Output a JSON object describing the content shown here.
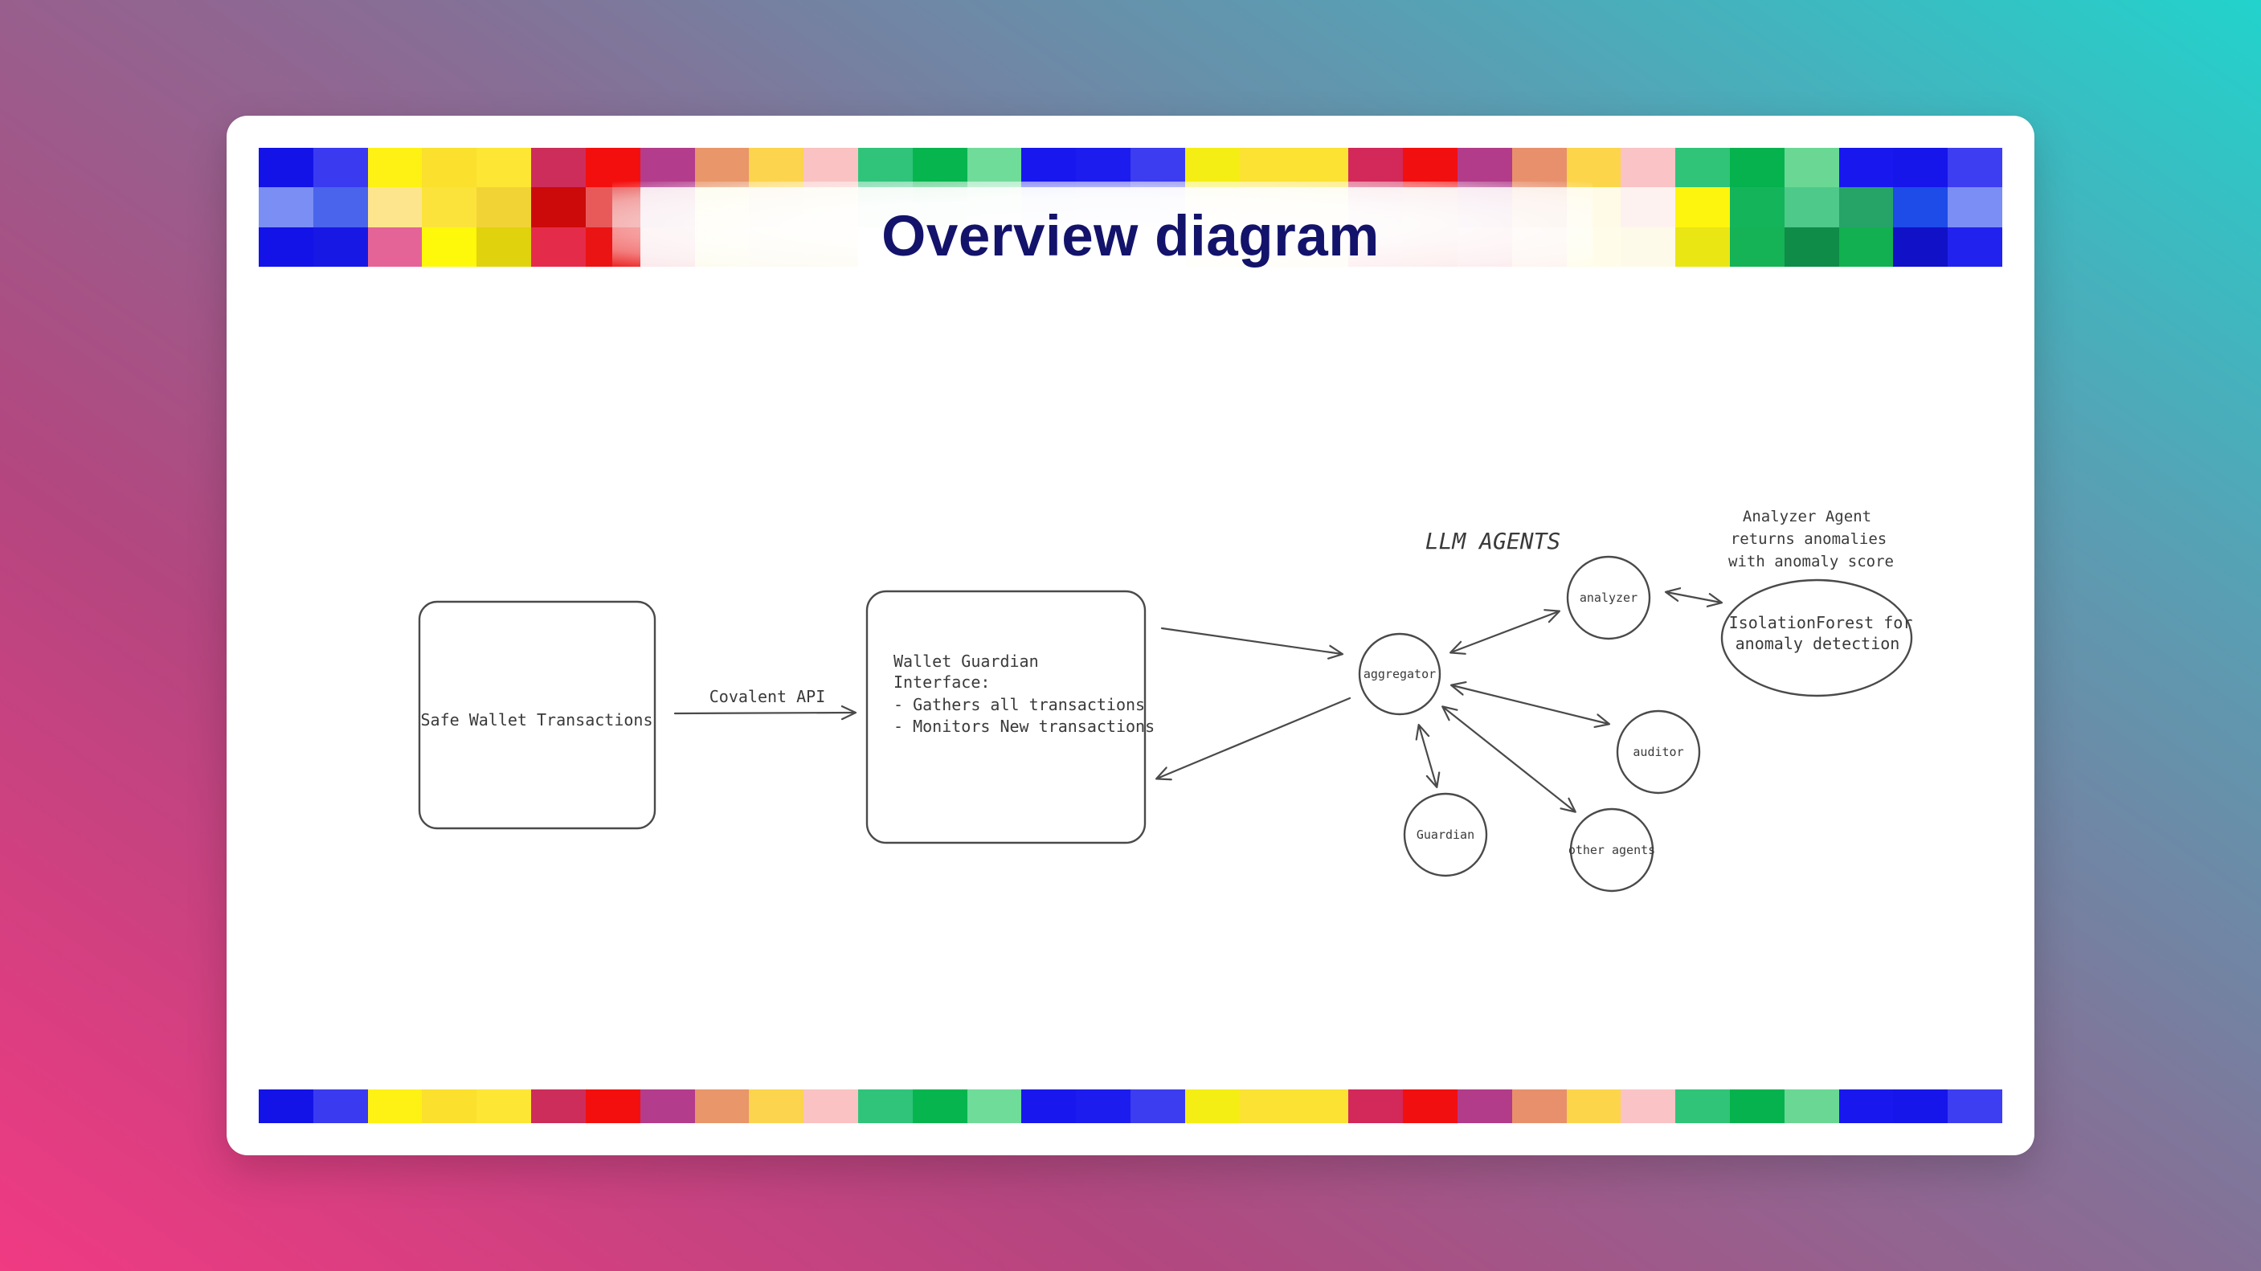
{
  "slide": {
    "title": "Overview diagram"
  },
  "palette": {
    "mosaic_top": [
      [
        "#1313e8",
        "#3a3af0",
        "#fdf214",
        "#fbe02d",
        "#fde634",
        "#cd2d5a",
        "#f40f0f",
        "#b43c8c",
        "#e8966a",
        "#fcd44e",
        "#fac2c2",
        "#2fc47a",
        "#06b54e",
        "#6fdc9a",
        "#1818ee",
        "#1c1cee",
        "#3c3cf0",
        "#f4ee14",
        "#fbe233",
        "#fbe233",
        "#d2285a",
        "#f20f0f",
        "#b23b8a",
        "#e8906c",
        "#fdd54b",
        "#fac3c6",
        "#30c478",
        "#05b24d",
        "#6ad894",
        "#1818ee",
        "#1616ea",
        "#3d3df2"
      ],
      [
        "#7a8ef4",
        "#4a64ec",
        "#fde58e",
        "#fbe33c",
        "#f2d335",
        "#cc0a0a",
        "#e85a5a",
        "#f5e2ea",
        "#fefbe8",
        "#fdf6ea",
        "#fdf8ea",
        "#e6f6ec",
        "#e0f5e8",
        "#e8f8ee",
        "#e4e8fb",
        "#e8eafc",
        "#e9eafd",
        "#fdfbe3",
        "#fdf9e2",
        "#fdf9e2",
        "#f7e1e6",
        "#f9e4e4",
        "#f3dfe9",
        "#fbebe3",
        "#fffbe6",
        "#fdf2ef",
        "#fdf50d",
        "#14b45a",
        "#4ec98a",
        "#26a468",
        "#1d4ce8",
        "#7a8ef6"
      ],
      [
        "#1313e8",
        "#1818e4",
        "#e46497",
        "#fef80a",
        "#e0d30e",
        "#e52b4a",
        "#ea1414",
        "#fae5e8",
        "#fefbea",
        "#fdf8ec",
        "#fdf8ea",
        "#ffffff",
        "#ffffff",
        "#ffffff",
        "#ffffff",
        "#ffffff",
        "#ffffff",
        "#fefdf2",
        "#fefbee",
        "#fefbee",
        "#fce2e6",
        "#fce3e3",
        "#fbe6e9",
        "#fdf3ee",
        "#fffde9",
        "#fefaea",
        "#eae614",
        "#16b256",
        "#0f8c48",
        "#12b050",
        "#1111c8",
        "#2222ee"
      ]
    ],
    "mosaic_bottom": [
      "#1313e8",
      "#3a3af0",
      "#fdf214",
      "#fbe02d",
      "#fde634",
      "#cd2d5a",
      "#f40f0f",
      "#b43c8c",
      "#e8966a",
      "#fcd44e",
      "#fac2c2",
      "#2fc47a",
      "#06b54e",
      "#6fdc9a",
      "#1818ee",
      "#1c1cee",
      "#3c3cf0",
      "#f4ee14",
      "#fbe233",
      "#fbe233",
      "#d2285a",
      "#f20f0f",
      "#b23b8a",
      "#e8906c",
      "#fdd54b",
      "#fac3c6",
      "#30c478",
      "#05b24d",
      "#6ad894",
      "#1818ee",
      "#1616ea",
      "#3d3df2"
    ],
    "title_color": "#13136b",
    "stroke_color": "#4a4a4a"
  },
  "diagram": {
    "nodes": {
      "safe_wallet": "Safe Wallet Transactions",
      "interface": {
        "line1": "Wallet Guardian",
        "line2": "Interface:",
        "line3": "- Gathers all transactions",
        "line4": "- Monitors New transactions"
      },
      "aggregator": "aggregator",
      "analyzer": "analyzer",
      "auditor": "auditor",
      "guardian": "Guardian",
      "other_agents": "other agents",
      "isolation_forest": {
        "line1": "IsolationForest for",
        "line2": "anomaly detection"
      }
    },
    "labels": {
      "edge_api": "Covalent API",
      "llm_agents": "LLM AGENTS",
      "analyzer_note": {
        "line1": "Analyzer Agent",
        "line2": "returns anomalies",
        "line3": "with anomaly score"
      }
    }
  }
}
